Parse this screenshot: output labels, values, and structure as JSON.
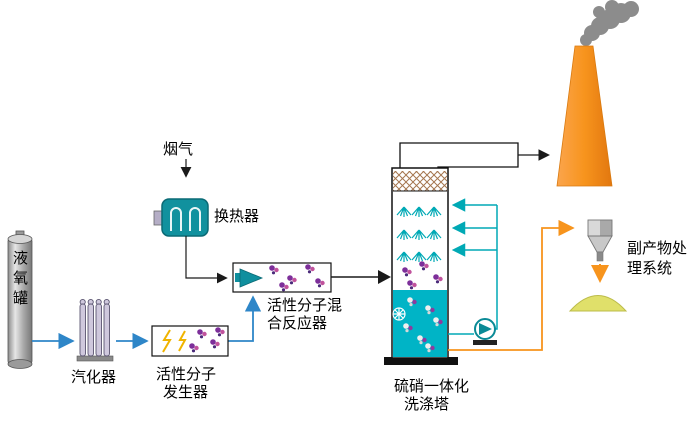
{
  "diagram": {
    "labels": {
      "flue_gas": "烟气",
      "heat_exchanger": "换热器",
      "lox_tank": "液氧罐",
      "vaporizer": "汽化器",
      "generator": [
        "活性分子",
        "发生器"
      ],
      "reactor": [
        "活性分子混",
        "合反应器"
      ],
      "tower": [
        "硫硝一体化",
        "洗涤塔"
      ],
      "byproduct": [
        "副产物处",
        "理系统"
      ]
    },
    "colors": {
      "oxygen_line": "#2e86c8",
      "water_line": "#00a9b5",
      "byproduct_line": "#f7941d",
      "gas_line": "#1a1a1a",
      "chimney": "#f7941d",
      "smoke": "#8c8c8c",
      "tower_liquid": "#00b4c6",
      "molecule_purple": "#7d2f9a",
      "spray": "#00a9b5",
      "pile": "#e0e06a",
      "demister_hatch": "#a5764f"
    }
  }
}
